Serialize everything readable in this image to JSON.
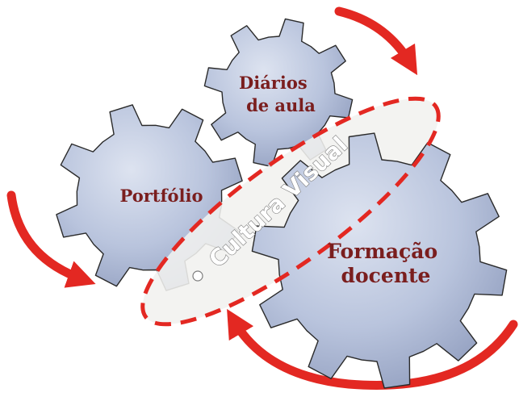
{
  "diagram": {
    "gears": {
      "diarios": {
        "line1": "Diários",
        "line2": "de aula"
      },
      "portfolio": {
        "label": "Portfólio"
      },
      "formacao": {
        "line1": "Formação",
        "line2": "docente"
      }
    },
    "band": {
      "label": "Cultura Visual"
    },
    "colors": {
      "gear_fill": "#b9c4dd",
      "gear_stroke": "#2a2a2a",
      "gear_text": "#7a1e1e",
      "arrow": "#e32822",
      "band_dash": "#e32822",
      "band_fill": "#f1f1ef"
    }
  }
}
